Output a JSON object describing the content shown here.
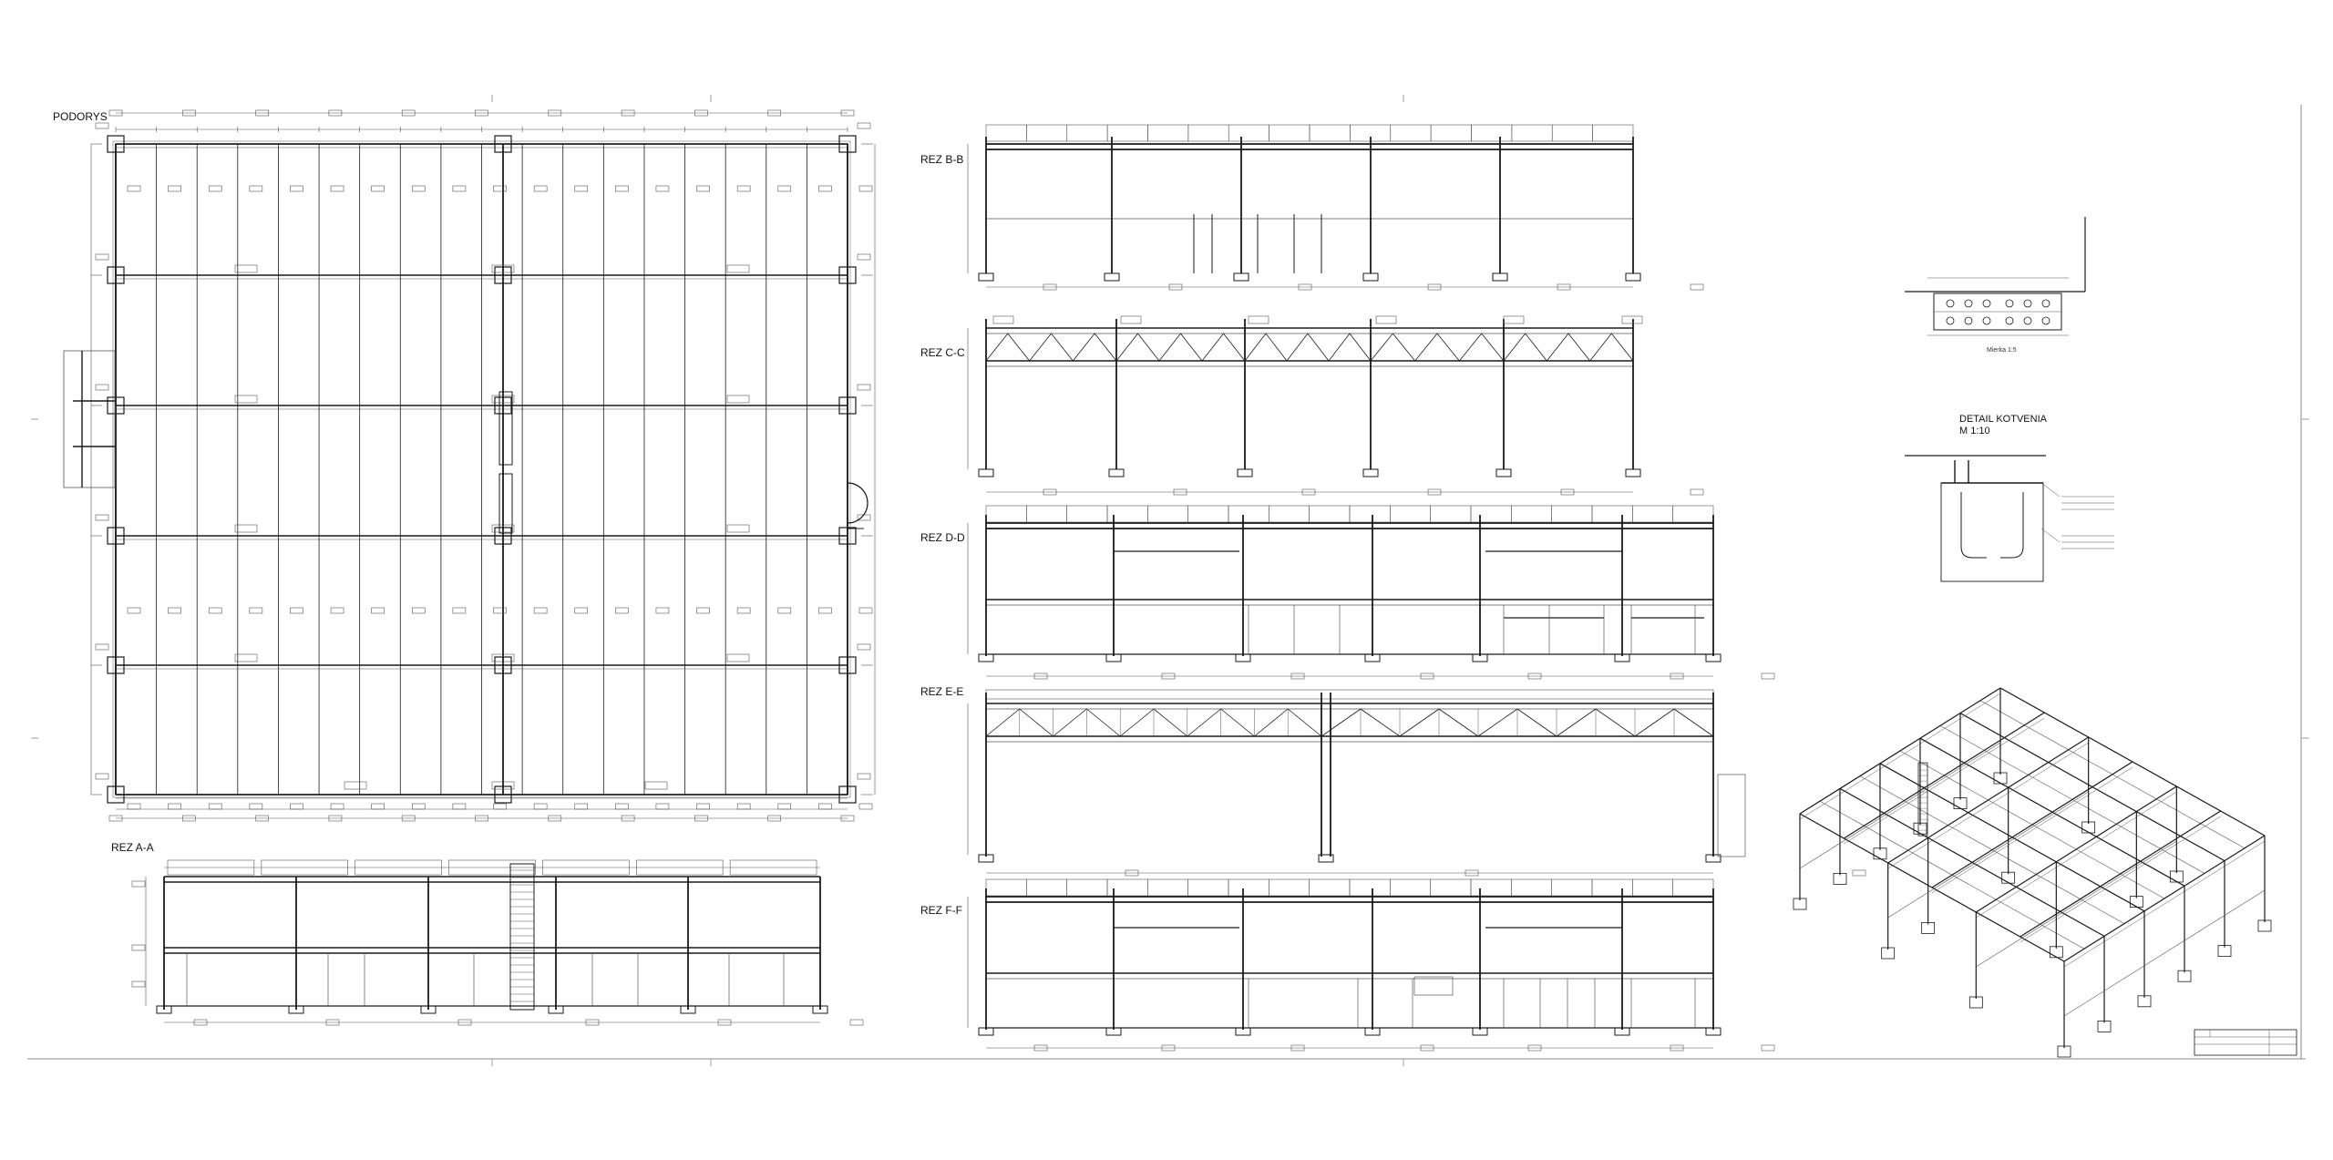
{
  "sections": {
    "podorys": "PODORYS",
    "rez_aa": "REZ A-A",
    "rez_bb": "REZ B-B",
    "rez_cc": "REZ C-C",
    "rez_dd": "REZ D-D",
    "rez_ee": "REZ E-E",
    "rez_ff": "REZ F-F"
  },
  "detail": {
    "title_line1": "DETAIL KOTVENIA",
    "title_line2": "M 1:10",
    "plate_caption": "Mierka 1:5"
  },
  "colors": {
    "line": "#1a1a1a",
    "thin": "#555555",
    "background": "#ffffff"
  }
}
